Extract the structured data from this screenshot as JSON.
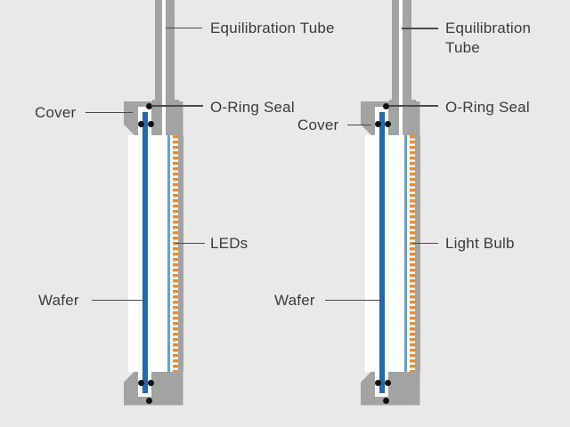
{
  "figure": {
    "description_visible_text_only": true,
    "colors": {
      "bg": "#e9e9e9",
      "gray": "#a3a3a3",
      "white": "#ffffff",
      "wafer": "#1d6bb5",
      "glass": "#58a6dc",
      "orange": "#ef8d2a",
      "oring": "#111111",
      "leader": "#4a4a4a",
      "text": "#3b3b3b"
    }
  },
  "diagrams": [
    {
      "id": "led-photoreactor",
      "labels": {
        "equilibration_tube": "Equilibration Tube",
        "oring_seal": "O-Ring Seal",
        "cover": "Cover",
        "wafer": "Wafer",
        "light_source": "LEDs"
      }
    },
    {
      "id": "lightbulb-photoreactor",
      "labels": {
        "equilibration_tube": "Equilibration Tube",
        "oring_seal": "O-Ring Seal",
        "cover": "Cover",
        "wafer": "Wafer",
        "light_source": "Light Bulb"
      }
    }
  ]
}
